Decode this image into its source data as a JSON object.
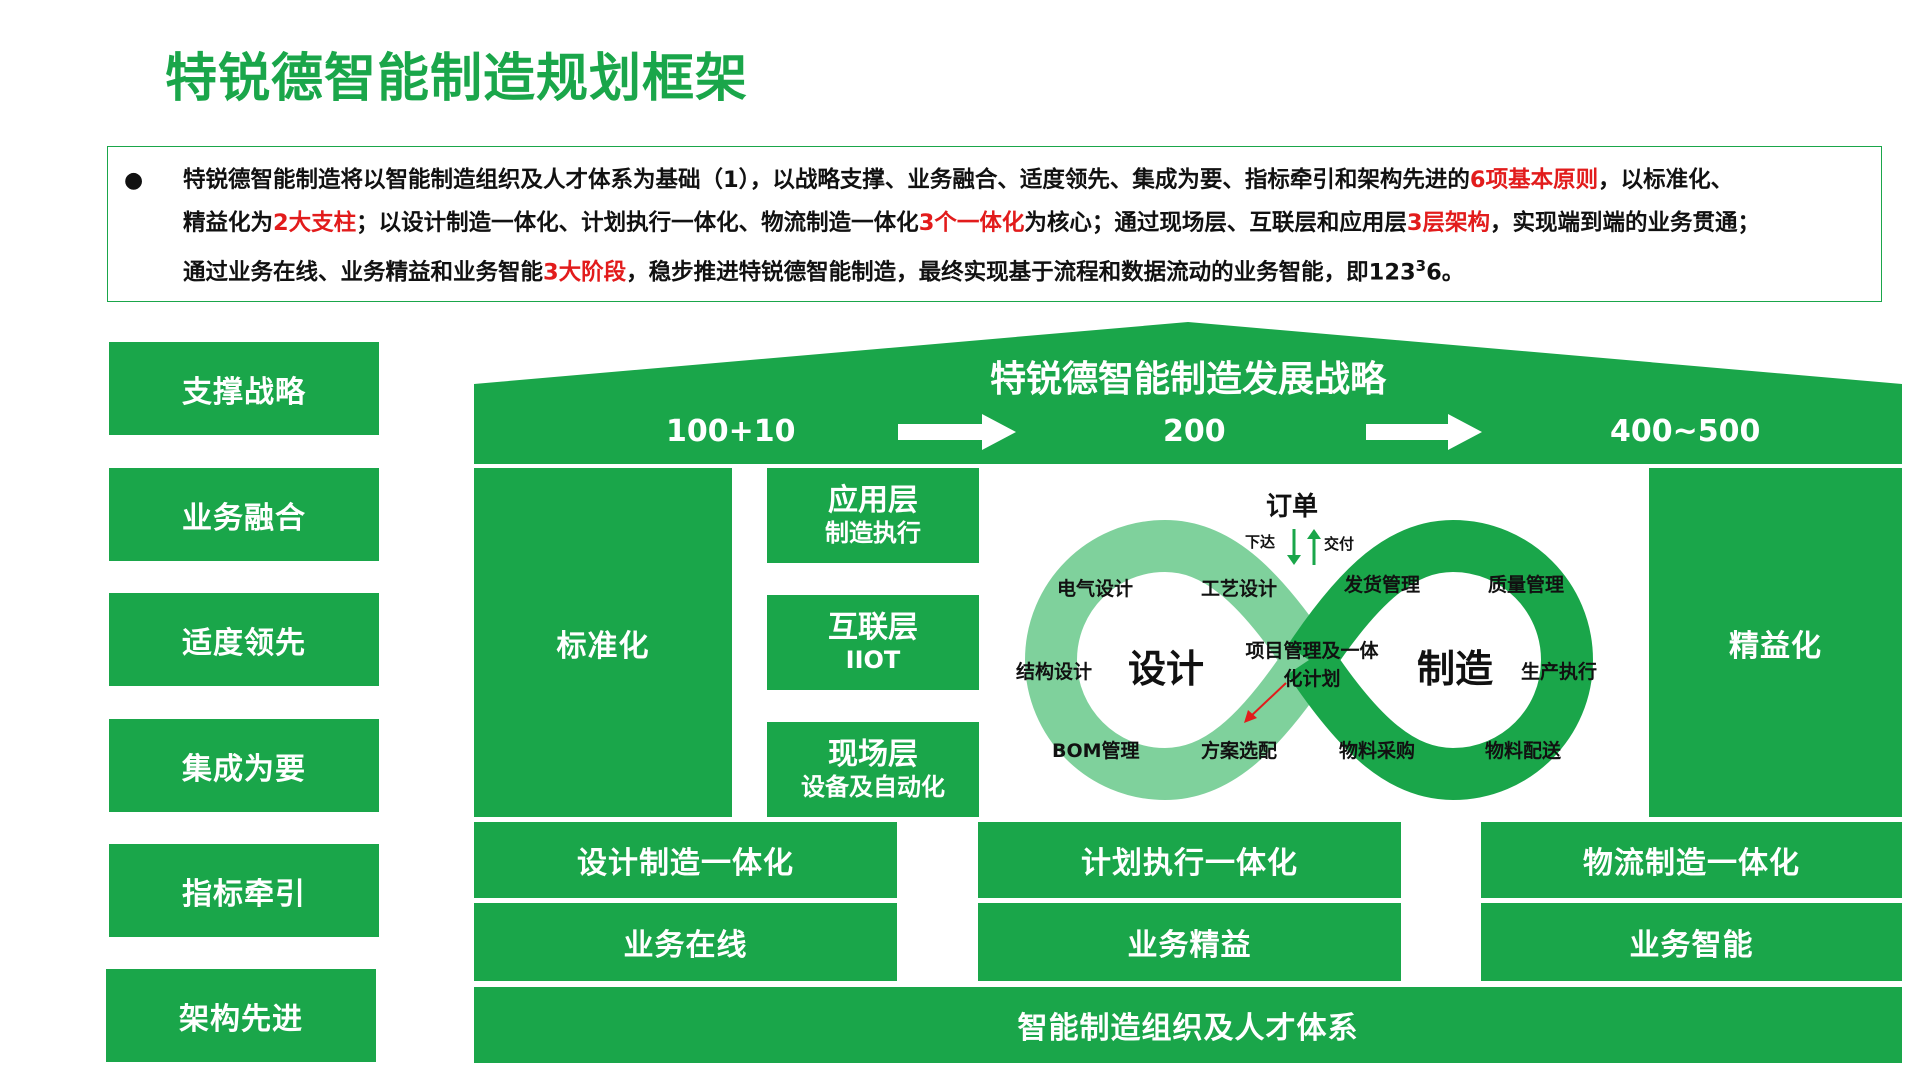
{
  "title": "特锐德智能制造规划框架",
  "summary": {
    "line1_a": "特锐德智能制造将以智能制造组织及人才体系为基础（1），以战略支撑、业务融合、适度领先、集成为要、指标牵引和架构先进的",
    "line1_red": "6项基本原则",
    "line1_b": "，以标准化、",
    "line2_a": "精益化为",
    "line2_red1": "2大支柱",
    "line2_b": "；以设计制造一体化、计划执行一体化、物流制造一体化",
    "line2_red2": "3个一体化",
    "line2_c": "为核心；通过现场层、互联层和应用层",
    "line2_red3": "3层架构",
    "line2_d": "，实现端到端的业务贯通；",
    "line3_a": "通过业务在线、业务精益和业务智能",
    "line3_red": "3大阶段",
    "line3_b": "，稳步推进特锐德智能制造，最终实现基于流程和数据流动的业务智能，即123",
    "line3_sup": "3",
    "line3_c": "6。"
  },
  "principles": [
    "支撑战略",
    "业务融合",
    "适度领先",
    "集成为要",
    "指标牵引",
    "架构先进"
  ],
  "strategy": {
    "title": "特锐德智能制造发展战略",
    "stages": [
      "100+10",
      "200",
      "400~500"
    ]
  },
  "pillars": {
    "left": "标准化",
    "right": "精益化"
  },
  "layers": [
    {
      "title": "应用层",
      "sub": "制造执行"
    },
    {
      "title": "互联层",
      "sub": "IIOT"
    },
    {
      "title": "现场层",
      "sub": "设备及自动化"
    }
  ],
  "loop": {
    "order": "订单",
    "down": "下达",
    "deliver": "交付",
    "design": "设计",
    "manufacture": "制造",
    "center": "项目管理及一体化计划",
    "left_items": [
      "电气设计",
      "工艺设计",
      "结构设计",
      "BOM管理",
      "方案选配"
    ],
    "right_items": [
      "发货管理",
      "质量管理",
      "生产执行",
      "物料采购",
      "物料配送"
    ],
    "colors": {
      "light": "#7fd19c",
      "dark": "#1aa64a"
    }
  },
  "integration": [
    "设计制造一体化",
    "计划执行一体化",
    "物流制造一体化"
  ],
  "phases": [
    "业务在线",
    "业务精益",
    "业务智能"
  ],
  "base": "智能制造组织及人才体系"
}
